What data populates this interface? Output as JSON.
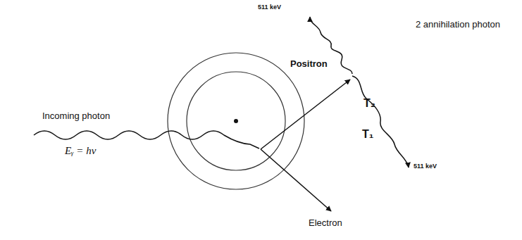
{
  "diagram": {
    "labels": [
      "511 keV",
      "2 annihilation photon",
      "Positron",
      "T₂",
      "Incoming photon",
      "Eᵧ = hν",
      "T₁",
      "Electron",
      "511 keV"
    ]
  }
}
